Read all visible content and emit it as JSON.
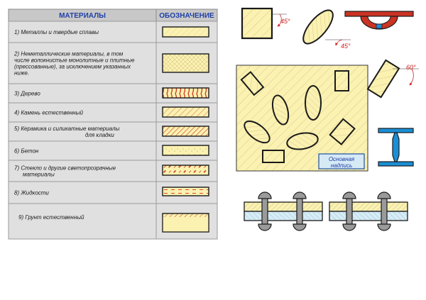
{
  "table": {
    "header_materials": "МАТЕРИАЛЫ",
    "header_designation": "ОБОЗНАЧЕНИЕ",
    "rows": [
      {
        "lines": [
          "1) Металлы и твердые сплавы"
        ],
        "pattern": "metal"
      },
      {
        "lines": [
          "2) Неметаллические материалы, в том",
          "числе волокнистые монолитные и плитные",
          "(прессованные), за исключением указанных",
          "ниже."
        ],
        "pattern": "nonmetal"
      },
      {
        "lines": [
          "3) Дерево"
        ],
        "pattern": "wood"
      },
      {
        "lines": [
          "4) Камень естественный"
        ],
        "pattern": "stone"
      },
      {
        "lines": [
          "5) Керамика и силикатные материалы",
          "для кладки"
        ],
        "pattern": "ceramic"
      },
      {
        "lines": [
          "6) Бетон"
        ],
        "pattern": "concrete"
      },
      {
        "lines": [
          "7) Стекло и другие светопрозрачные",
          "материалы"
        ],
        "pattern": "glass"
      },
      {
        "lines": [
          "8) Жидкости"
        ],
        "pattern": "liquid"
      },
      {
        "lines": [
          "9) Грунт естественный"
        ],
        "pattern": "soil"
      }
    ]
  },
  "examples": {
    "angle_top_square": "45°",
    "angle_top_ellipse": "45°",
    "angle_rect": "60°",
    "title_block_line1": "Основная",
    "title_block_line2": "надпись"
  },
  "colors": {
    "header_bg": "#c8c8c8",
    "header_text": "#1f3fa6",
    "cell_bg": "#e0e0e0",
    "sample_fill": "#fbf1b0",
    "hatch": "#cc3322",
    "outline": "#1a1a1a",
    "steel": "#1a8fd6",
    "bolt": "#9a9a9a"
  }
}
